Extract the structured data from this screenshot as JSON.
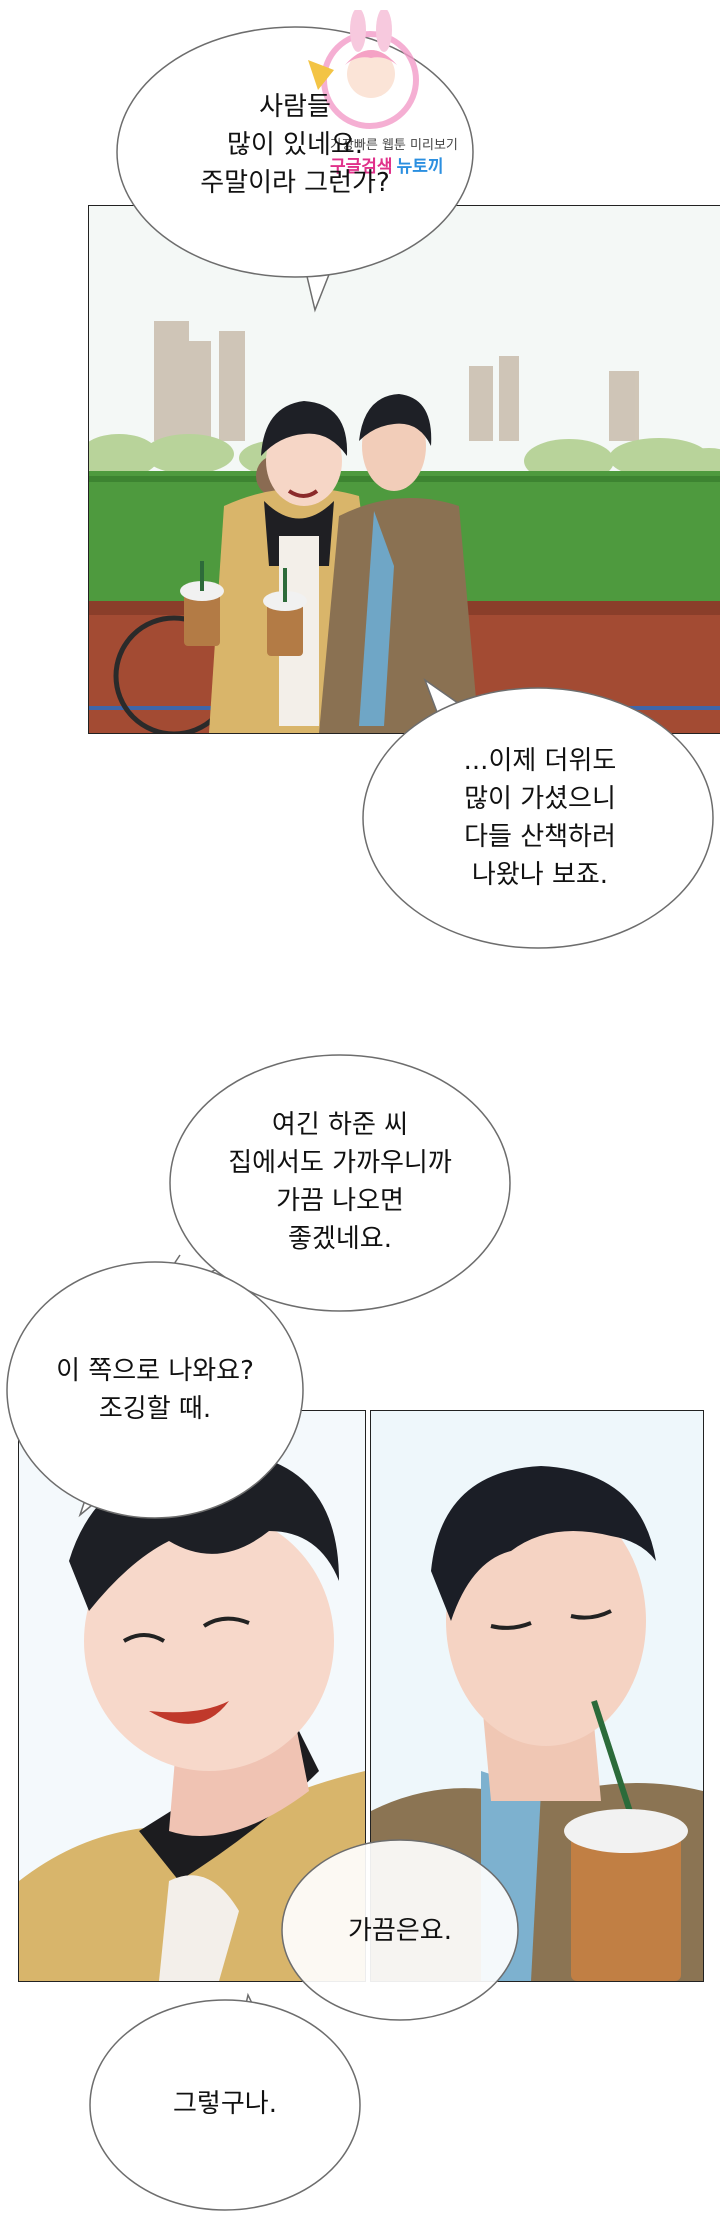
{
  "watermark": {
    "line1": "가장빠른 웹툰 미리보기",
    "line2a": "구글검색",
    "line2b": "뉴토끼"
  },
  "bubbles": {
    "b1": [
      "사람들",
      "많이 있네요.",
      "주말이라 그런가?"
    ],
    "b2": [
      "...이제 더위도",
      "많이 가셨으니",
      "다들 산책하러",
      "나왔나 보죠."
    ],
    "b3": [
      "여긴 하준 씨",
      "집에서도 가까우니까",
      "가끔 나오면",
      "좋겠네요."
    ],
    "b4": [
      "이 쪽으로 나와요?",
      "조깅할 때."
    ],
    "b5": [
      "가끔은요."
    ],
    "b6": [
      "그렇구나."
    ]
  },
  "colors": {
    "sky": "#eef6f4",
    "grass": "#4d9a3c",
    "track": "#a24a32",
    "jacket_tan": "#d9b56a",
    "coat_brown": "#8a7152",
    "hair": "#1e2026",
    "skin": "#f5d2c4"
  }
}
